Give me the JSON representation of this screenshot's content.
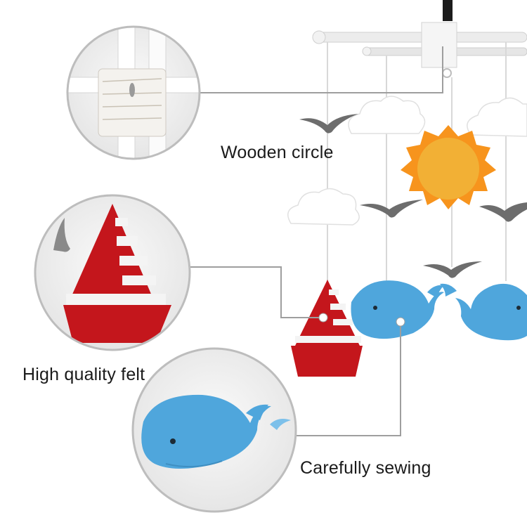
{
  "callouts": [
    {
      "label": "Wooden circle"
    },
    {
      "label": "High quality felt"
    },
    {
      "label": "Carefully sewing"
    }
  ],
  "colors": {
    "circle_bg": "#f0f0f0",
    "circle_border": "#bdbdbd",
    "leader_line": "#9e9e9e",
    "felt_red": "#c4161c",
    "felt_white": "#f4f4f4",
    "whale_blue": "#4fa6dc",
    "whale_blue_light": "#7cc0ea",
    "sun_orange": "#f7941d",
    "sun_core": "#f2b035",
    "bird_gray": "#6d6d6d",
    "cloud_white": "#ffffff",
    "strap_black": "#1c1c1c"
  }
}
